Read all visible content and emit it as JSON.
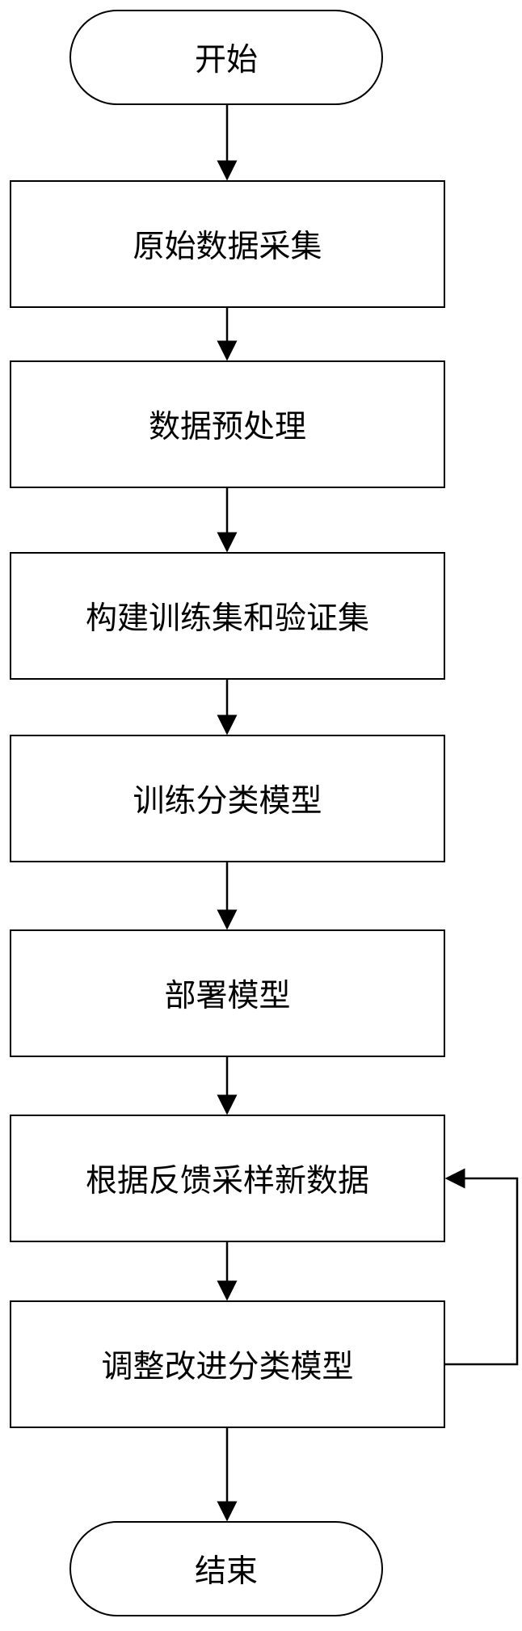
{
  "flowchart": {
    "start": "开始",
    "steps": [
      "原始数据采集",
      "数据预处理",
      "构建训练集和验证集",
      "训练分类模型",
      "部署模型",
      "根据反馈采样新数据",
      "调整改进分类模型"
    ],
    "end": "结束"
  },
  "colors": {
    "stroke": "#000000",
    "fill": "#ffffff",
    "text": "#000000"
  }
}
